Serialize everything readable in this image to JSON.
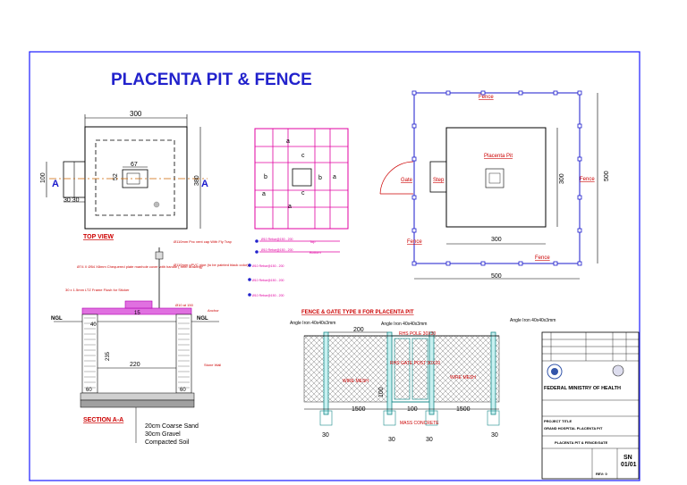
{
  "title": "PLACENTA PIT & FENCE",
  "top_view": {
    "label": "TOP VIEW",
    "dim_width": "300",
    "dim_inner": "67",
    "dim_left": "100",
    "dim_right": "380",
    "dim_inner_v": "52",
    "dim_30_30": "30 30",
    "section_mark": "A"
  },
  "rebar": {
    "labels": [
      "a",
      "a",
      "b",
      "b",
      "c",
      "c",
      "a",
      "a"
    ],
    "callouts": [
      "Ø10 Rebar@150 - 200",
      "Ø10 Rebar@150 - 200",
      "Ø10 Rebar@150 - 200",
      "Ø10 Rebar@150 - 200",
      "Ø10 Rebar@150 - 200"
    ],
    "tags": [
      "Top",
      "Bottom"
    ]
  },
  "section": {
    "label": "SECTION A-A",
    "notes": [
      "Ø110mm Pvc vent cap With Fly Trap",
      "Ø110mm uPVC pipe (to be painted black color)",
      "Ø74 X Ø54 X8mm Chequered plate manhole cover with handle ( refer drawing)",
      "30 x 1.5mm LTZ Frame Flush for Sticker",
      "Ø10 at 150",
      "Anchor",
      "Stone Wall"
    ],
    "ngl": "NGL",
    "dims": [
      "40",
      "15",
      "235",
      "220",
      "60",
      "60"
    ],
    "layers": [
      "20cm Coarse Sand",
      "30cm Gravel",
      "Compacted Soil"
    ]
  },
  "plan": {
    "fence": "Fence",
    "placenta_pit": "Placenta Pit",
    "gate": "Gate",
    "step": "Step",
    "dim_300_h": "300",
    "dim_300_v": "300",
    "dim_500_h": "500",
    "dim_500_v": "500"
  },
  "fence_gate": {
    "title": "FENCE & GATE TYPE II FOR PLACENTA PIT",
    "angle_iron": "Angle Iron 40x40x3mm",
    "rhs_pole": "RHS POLE 30X30",
    "rhs_gate_post": "RHS GATE POST 30X10",
    "wire_mesh": "WIRE MESH",
    "mass_concrete": "MASS CONCRETE",
    "dims": [
      "200",
      "1500",
      "100",
      "1500",
      "100",
      "30",
      "30",
      "30",
      "30"
    ]
  },
  "title_block": {
    "org": "FEDERAL MINISTRY OF HEALTH",
    "project_title_label": "PROJECT TITLE",
    "project_title": "GRAND HOSPITAL PLACENTA PIT",
    "drawing_title": "PLACENTA PIT & FENCE/GATE",
    "sheet_no": "SN",
    "sheet_num": "01/01",
    "revision": "REV: 0"
  }
}
